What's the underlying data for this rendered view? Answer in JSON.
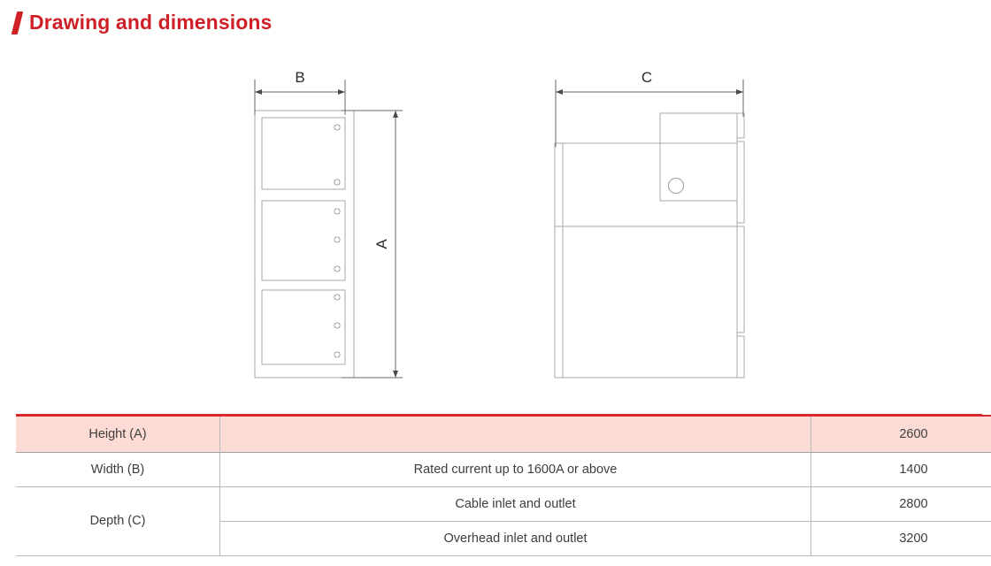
{
  "section": {
    "title": "Drawing and dimensions",
    "accent_color": "#cf2027",
    "marker_icon": "slash-mark-icon"
  },
  "drawings": {
    "front_view": {
      "name": "front-elevation-drawing",
      "dimension_labels": {
        "width": "B",
        "height": "A"
      },
      "panels": 3,
      "handle_counts": [
        2,
        3,
        3
      ],
      "line_color": "#a9a9a9"
    },
    "side_view": {
      "name": "side-elevation-drawing",
      "dimension_labels": {
        "depth": "C"
      },
      "has_top_block": true,
      "has_circle_port": true,
      "line_color": "#a9a9a9"
    }
  },
  "table": {
    "accent_top_color": "#d7282f",
    "header_bg": "#fbdbd3",
    "rows": [
      {
        "label": "Height (A)",
        "description": "",
        "value": "2600",
        "header": true
      },
      {
        "label": "Width (B)",
        "description": "Rated current up to 1600A or above",
        "value": "1400",
        "header": false
      },
      {
        "label": "Depth (C)",
        "description": "Cable inlet and outlet",
        "value": "2800",
        "header": false
      },
      {
        "label": "",
        "description": "Overhead inlet and outlet",
        "value": "3200",
        "header": false
      }
    ]
  }
}
